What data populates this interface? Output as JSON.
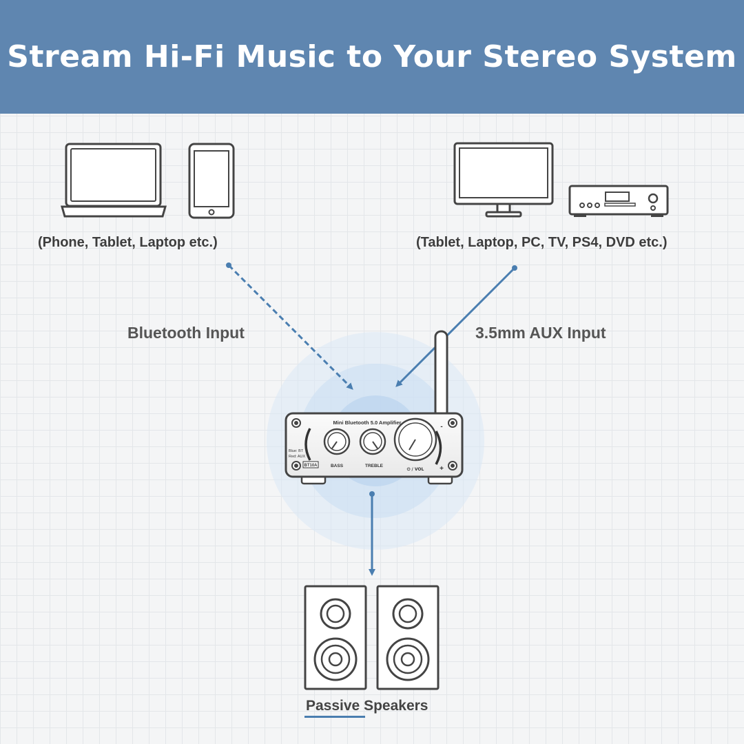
{
  "title": "Stream Hi-Fi Music to Your Stereo System",
  "captions": {
    "left_devices": "(Phone, Tablet, Laptop etc.)",
    "right_devices": "(Tablet, Laptop, PC, TV, PS4, DVD etc.)"
  },
  "inputs": {
    "bluetooth": "Bluetooth Input",
    "aux": "3.5mm AUX Input"
  },
  "amplifier": {
    "brand_label": "Mini Bluetooth 5.0 Amplifier",
    "model": "BT10A",
    "mode_blue": "Blue: BT",
    "mode_red": "Red: AUX",
    "bass_label": "BASS",
    "treble_label": "TREBLE",
    "vol_label": "⏻ / VOL",
    "minus": "-",
    "plus": "+"
  },
  "output": {
    "speakers": "Passive Speakers"
  },
  "colors": {
    "banner": "#5f86b0",
    "accent": "#4a7eb0",
    "glow": "#b9d3ee"
  }
}
